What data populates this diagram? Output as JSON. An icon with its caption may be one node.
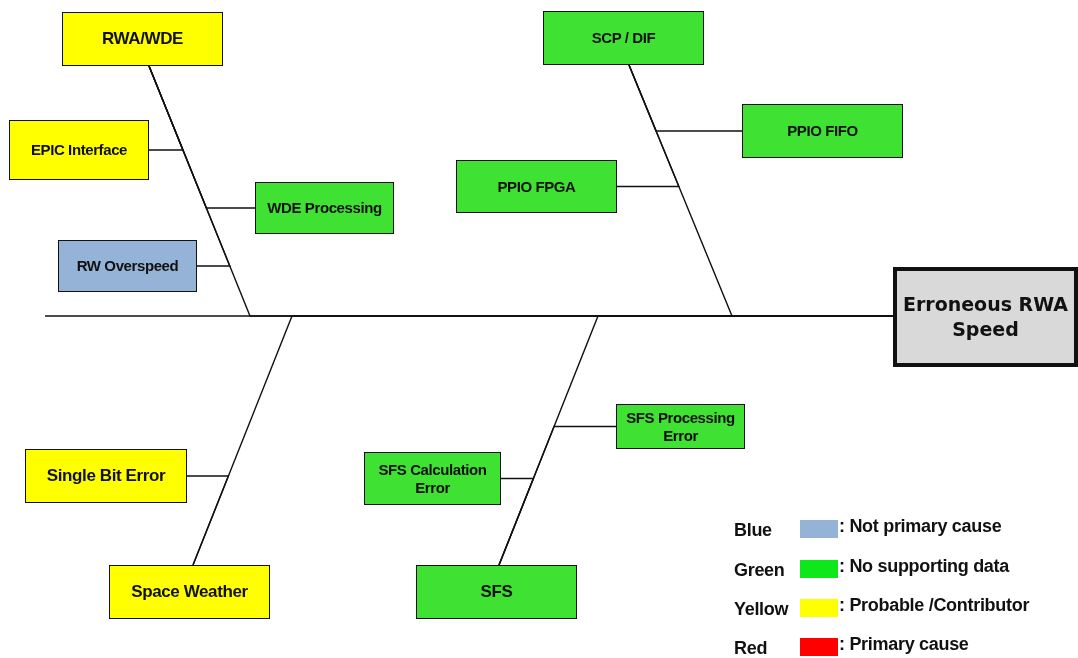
{
  "diagram": {
    "nodes": [
      {
        "text": [
          "Erroneous RWA Speed"
        ]
      },
      {
        "text": [
          "RWA/WDE"
        ]
      },
      {
        "text": [
          "EPIC Interface"
        ]
      },
      {
        "text": [
          "WDE Processing"
        ]
      },
      {
        "text": [
          "RW Overspeed"
        ]
      },
      {
        "text": [
          "SCP / DIF"
        ]
      },
      {
        "text": [
          "PPIO FIFO"
        ]
      },
      {
        "text": [
          "PPIO FPGA"
        ]
      },
      {
        "text": [
          "Single Bit Error"
        ]
      },
      {
        "text": [
          "Space Weather"
        ]
      },
      {
        "text": [
          "SFS Calculation Error"
        ]
      },
      {
        "text": [
          "SFS Processing Error"
        ]
      },
      {
        "text": [
          "SFS"
        ]
      }
    ],
    "edges": [
      {
        "from": 1,
        "to": 0,
        "arrow": "none"
      },
      {
        "from": 2,
        "to": 1,
        "arrow": "none"
      },
      {
        "from": 3,
        "to": 1,
        "arrow": "none"
      },
      {
        "from": 4,
        "to": 1,
        "arrow": "none"
      },
      {
        "from": 5,
        "to": 0,
        "arrow": "none"
      },
      {
        "from": 6,
        "to": 5,
        "arrow": "none"
      },
      {
        "from": 7,
        "to": 5,
        "arrow": "none"
      },
      {
        "from": 9,
        "to": 0,
        "arrow": "none"
      },
      {
        "from": 8,
        "to": 9,
        "arrow": "none"
      },
      {
        "from": 12,
        "to": 0,
        "arrow": "none"
      },
      {
        "from": 11,
        "to": 12,
        "arrow": "none"
      },
      {
        "from": 10,
        "to": 12,
        "arrow": "none"
      }
    ],
    "labels": [
      "Blue",
      "Green",
      "Yellow",
      "Red"
    ],
    "legend": [
      {
        "text": ": Not primary cause",
        "color": "#95b3d7"
      },
      {
        "text": ": No supporting data",
        "color": "#0ee81a"
      },
      {
        "text": ": Probable /Contributor",
        "color": "#ffff00"
      },
      {
        "text": ": Primary cause",
        "color": "#ff0000"
      }
    ]
  }
}
